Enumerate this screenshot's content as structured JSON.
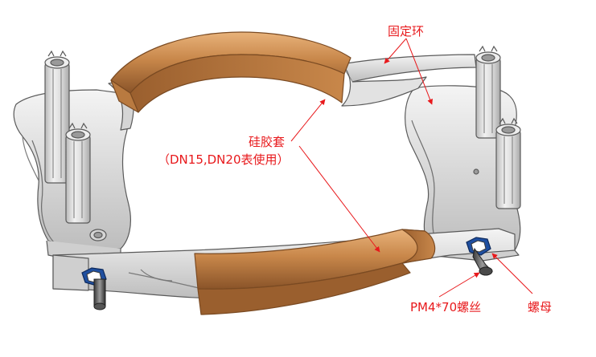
{
  "labels": {
    "retaining_ring": "固定环",
    "silicone_sleeve": "硅胶套",
    "sleeve_note": "（DN15,DN20表使用）",
    "bolt": "PM4*70螺丝",
    "nut": "螺母"
  },
  "colors": {
    "annotation": "#e8191c",
    "silicone": "#c8874a",
    "metal": "#dcdcdc",
    "nut": "#1f4fa0"
  },
  "icons": {
    "bolt": "hex-nut-with-bolt"
  }
}
